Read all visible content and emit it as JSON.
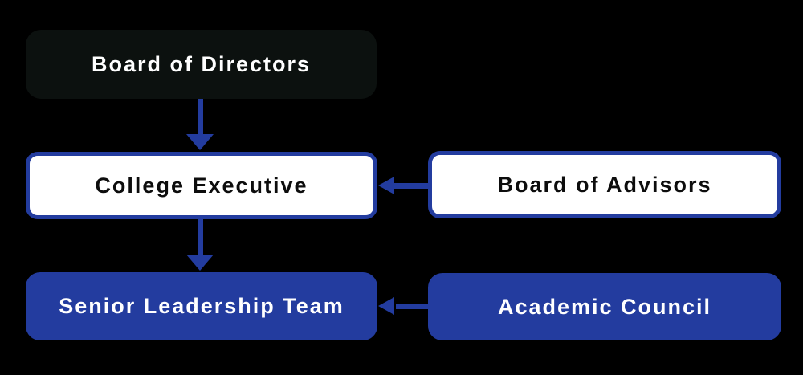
{
  "colors": {
    "background": "#000000",
    "accent_blue": "#233c9f",
    "dark_box": "#0c110f",
    "white_box": "#ffffff",
    "dark_text": "#0d0d0d",
    "light_text": "#ffffff"
  },
  "diagram": {
    "type": "org-chart",
    "nodes": [
      {
        "label": "Board of Directors",
        "style": "dark"
      },
      {
        "label": "College Executive",
        "style": "outlined"
      },
      {
        "label": "Board of Advisors",
        "style": "outlined"
      },
      {
        "label": "Senior Leadership Team",
        "style": "filled"
      },
      {
        "label": "Academic Council",
        "style": "filled"
      }
    ],
    "edges": [
      {
        "from": "Board of Directors",
        "to": "College Executive",
        "direction": "down"
      },
      {
        "from": "College Executive",
        "to": "Senior Leadership Team",
        "direction": "down"
      },
      {
        "from": "Board of Advisors",
        "to": "College Executive",
        "direction": "left"
      },
      {
        "from": "Academic Council",
        "to": "Senior Leadership Team",
        "direction": "left"
      }
    ]
  }
}
